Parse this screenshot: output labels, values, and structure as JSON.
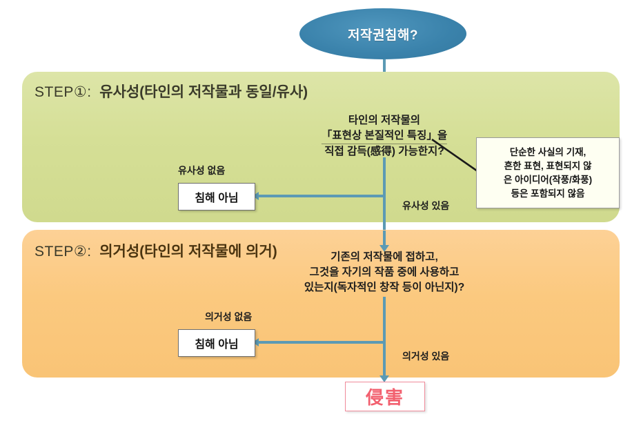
{
  "diagram": {
    "start_node": {
      "label": "저작권침해?",
      "fill": "#3d87b0",
      "text_color": "#ffffff"
    },
    "steps": [
      {
        "id": "step1",
        "step_word": "STEP",
        "step_number": "①",
        "separator": ":",
        "title": "유사성(타인의 저작물과 동일/유사)",
        "fill": "#d5df96",
        "question": {
          "line1": "타인의 저작물의",
          "line2": "「표현상 본질적인 특징」을",
          "line3": "직접 감득(感得) 가능한지?"
        },
        "no_label": "유사성 없음",
        "yes_label": "유사성 있음",
        "no_result": "침해 아님"
      },
      {
        "id": "step2",
        "step_word": "STEP",
        "step_number": "②",
        "separator": ":",
        "title": "의거성(타인의 저작물에 의거)",
        "fill": "#fbc97f",
        "question": {
          "line1": "기존의 저작물에 접하고,",
          "line2": "그것을 자기의 작품 중에 사용하고",
          "line3": "있는지(독자적인 창작 등이 아닌지)?"
        },
        "no_label": "의거성 없음",
        "yes_label": "의거성 있음",
        "no_result": "침해 아님"
      }
    ],
    "callout": {
      "line1": "단순한 사실의 기재,",
      "line2": "흔한 표현, 표현되지 않",
      "line3": "은 아이디어(작풍/화풍)",
      "line4": "등은 포함되지 않음",
      "fill": "#fefff2",
      "border": "#9a9a9a"
    },
    "final_node": {
      "label": "侵害",
      "text_color": "#f2606f",
      "border_color": "#f08a9a"
    },
    "connector_color": "#5c9ab4"
  }
}
